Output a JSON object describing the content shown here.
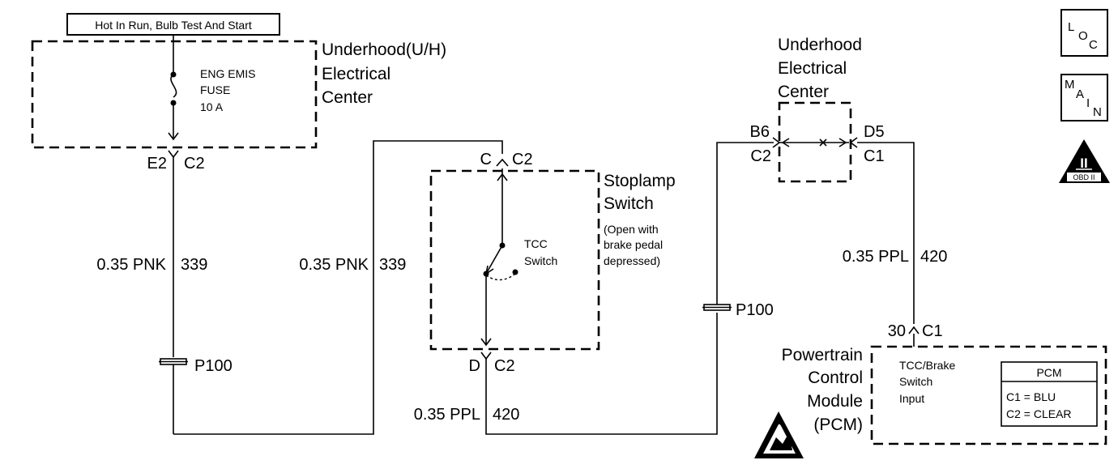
{
  "supply_label": "Hot In Run, Bulb Test And Start",
  "uhec_top": {
    "name_lines": [
      "Underhood(U/H)",
      "Electrical",
      "Center"
    ],
    "fuse_lines": [
      "ENG EMIS",
      "FUSE",
      "10 A"
    ]
  },
  "connectors": {
    "e2": "E2",
    "e2_c2": "C2",
    "c_pin": "C",
    "c_c2": "C2",
    "d_pin": "D",
    "d_c2": "C2",
    "b6": "B6",
    "b6_c2": "C2",
    "d5": "D5",
    "d5_c1": "C1",
    "pin30": "30",
    "pin30_c1": "C1"
  },
  "wires": {
    "w1_gauge": "0.35 PNK",
    "w1_circuit": "339",
    "w2_gauge": "0.35 PNK",
    "w2_circuit": "339",
    "w3_gauge": "0.35 PPL",
    "w3_circuit": "420",
    "w4_gauge": "0.35 PPL",
    "w4_circuit": "420"
  },
  "splices": {
    "p100_left": "P100",
    "p100_right": "P100"
  },
  "stoplamp_switch": {
    "name_lines": [
      "Stoplamp",
      "Switch"
    ],
    "note_lines": [
      "(Open with",
      "brake pedal",
      "depressed)"
    ],
    "tcc_lines": [
      "TCC",
      "Switch"
    ]
  },
  "uhec_right": {
    "name_lines": [
      "Underhood",
      "Electrical",
      "Center"
    ]
  },
  "pcm": {
    "name_lines": [
      "Powertrain",
      "Control",
      "Module",
      "(PCM)"
    ],
    "input_lines": [
      "TCC/Brake",
      "Switch",
      "Input"
    ],
    "table_header": "PCM",
    "table_rows": [
      "C1 = BLU",
      "C2 = CLEAR"
    ]
  },
  "icons": {
    "loc": [
      "L",
      "O",
      "C"
    ],
    "main": [
      "M",
      "A",
      "I",
      "N"
    ],
    "obd_numeral": "II",
    "obd_label": "OBD II"
  }
}
